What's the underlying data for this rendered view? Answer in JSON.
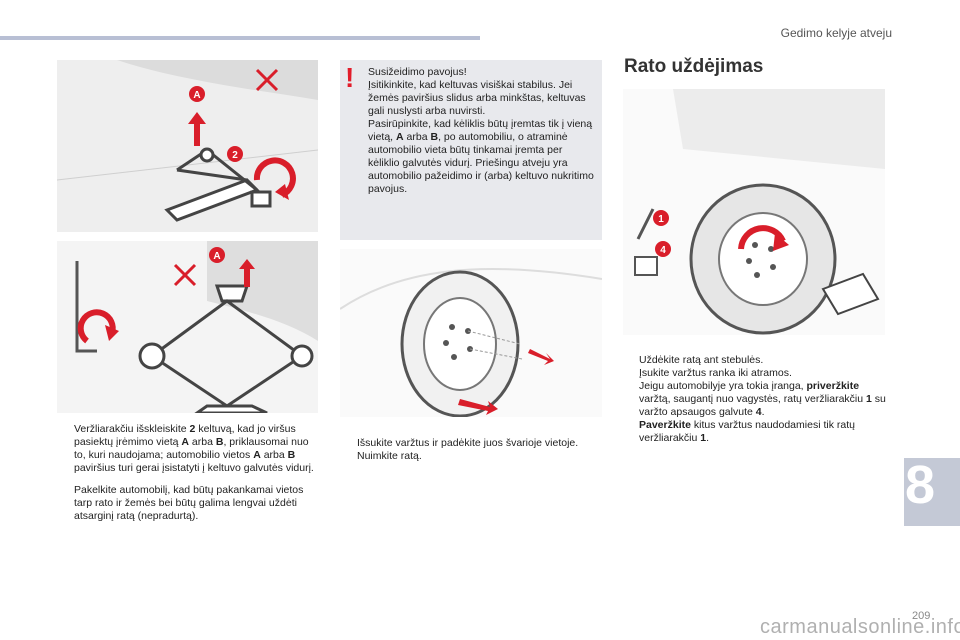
{
  "header": {
    "running_title": "Gedimo kelyje atveju"
  },
  "chapter": {
    "number": "8"
  },
  "footer": {
    "page_number": "209",
    "watermark": "carmanualsonline.info"
  },
  "figures": {
    "jack_top": {
      "callouts": [
        "A",
        "2"
      ]
    },
    "jack_bottom": {
      "callouts": [
        "A"
      ]
    },
    "wheel_bolts": {
      "callouts": []
    },
    "fit_wheel": {
      "callouts": [
        "1",
        "4"
      ]
    }
  },
  "warning": {
    "icon": "warning-exclamation-icon",
    "color": "#e21c2a",
    "title": "Susižeidimo pavojus!",
    "p1": "Įsitikinkite, kad keltuvas visiškai stabilus. Jei žemės paviršius slidus arba minkštas, keltuvas gali nuslysti arba nuvirsti.",
    "p2a": "Pasirūpinkite, kad kėliklis būtų įremtas tik į vieną vietą,",
    "A": "A",
    "arba": "arba",
    "B": "B",
    "p2b": ", po automobiliu, o atraminė automobilio vieta būtų tinkamai įremta per kėliklio galvutės vidurį. Priešingu atveju yra automobilio pažeidimo ir (arba) keltuvo nukritimo pavojus."
  },
  "col1": {
    "marker": "",
    "i1_a": "Veržliarakčiu išskleiskite",
    "i1_2": "2",
    "i1_b": "keltuvą, kad jo viršus pasiektų įrėmimo vietą",
    "i1_A": "A",
    "i1_arba": "arba",
    "i1_B": "B",
    "i1_c": ", priklausomai nuo to, kuri naudojama; automobilio vietos",
    "i1_A2": "A",
    "i1_arba2": "arba",
    "i1_B2": "B",
    "i1_d": "paviršius turi gerai įsistatyti į keltuvo galvutės vidurį.",
    "i2": "Pakelkite automobilį, kad būtų pakankamai vietos tarp rato ir žemės bei būtų galima lengvai uždėti atsarginį ratą (nepradurtą)."
  },
  "col2": {
    "marker": "",
    "items": [
      "Išsukite varžtus ir padėkite juos švarioje vietoje.",
      "Nuimkite ratą."
    ]
  },
  "col3": {
    "title": "Rato uždėjimas",
    "marker": "",
    "i1": "Uždėkite ratą ant stebulės.",
    "i2": "Įsukite varžtus ranka iki atramos.",
    "i3_a": "Jeigu automobilyje yra tokia įranga,",
    "i3_b1": "priveržkite",
    "i3_b2": "varžtą, saugantį nuo vagystės, ratų veržliarakčiu",
    "i3_1": "1",
    "i3_c": "su varžto apsaugos galvute",
    "i3_4": "4",
    "i3_d": ".",
    "i4_a": "Paveržkite",
    "i4_b": "kitus varžtus naudodamiesi tik ratų veržliarakčiu",
    "i4_1": "1",
    "i4_c": "."
  }
}
